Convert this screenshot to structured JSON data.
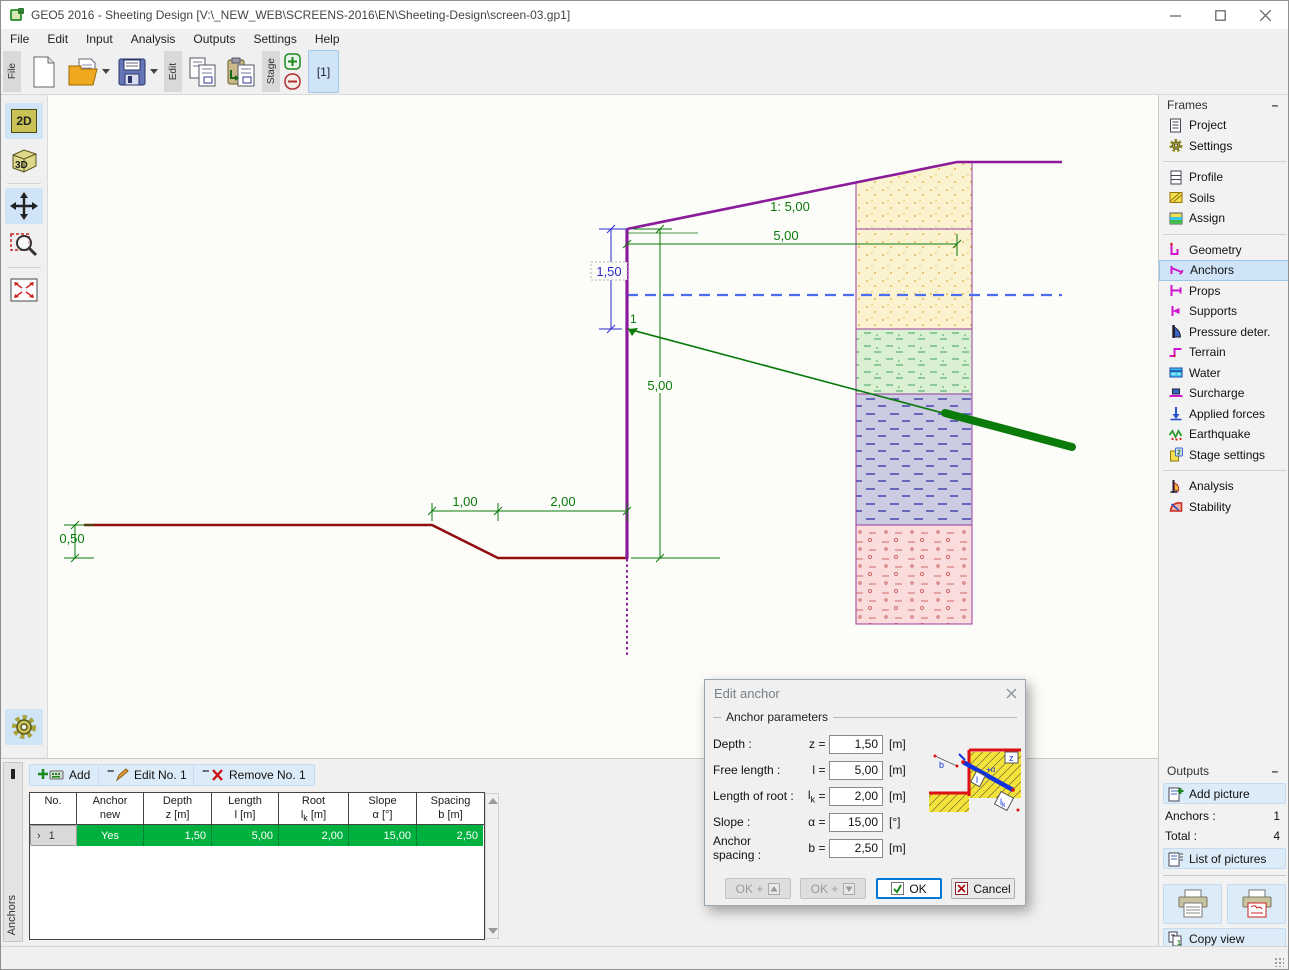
{
  "window": {
    "title": "GEO5 2016 - Sheeting Design [V:\\_NEW_WEB\\SCREENS-2016\\EN\\Sheeting-Design\\screen-03.gp1]"
  },
  "menu": {
    "items": [
      "File",
      "Edit",
      "Input",
      "Analysis",
      "Outputs",
      "Settings",
      "Help"
    ]
  },
  "toolbar": {
    "file_label": "File",
    "edit_label": "Edit",
    "stage_label": "Stage",
    "stage_number": "[1]"
  },
  "left_toolbar": {
    "mode_2d": "2D",
    "mode_3d": "3D"
  },
  "frames": {
    "title": "Frames",
    "minimize": "–",
    "selected": "Anchors",
    "items": [
      {
        "label": "Project"
      },
      {
        "label": "Settings"
      },
      {
        "label": "Profile"
      },
      {
        "label": "Soils"
      },
      {
        "label": "Assign"
      },
      {
        "label": "Geometry"
      },
      {
        "label": "Anchors"
      },
      {
        "label": "Props"
      },
      {
        "label": "Supports"
      },
      {
        "label": "Pressure deter."
      },
      {
        "label": "Terrain"
      },
      {
        "label": "Water"
      },
      {
        "label": "Surcharge"
      },
      {
        "label": "Applied forces"
      },
      {
        "label": "Earthquake"
      },
      {
        "label": "Stage settings"
      },
      {
        "label": "Analysis"
      },
      {
        "label": "Stability"
      }
    ]
  },
  "outputs": {
    "title": "Outputs",
    "minimize": "–",
    "add_picture": "Add picture",
    "anchors_label": "Anchors :",
    "anchors_value": "1",
    "total_label": "Total :",
    "total_value": "4",
    "list_of_pictures": "List of pictures",
    "copy_view": "Copy view"
  },
  "bottom": {
    "tab": "Anchors",
    "buttons": {
      "add": "Add",
      "edit": "Edit No. 1",
      "remove": "Remove No. 1"
    },
    "table": {
      "headers": {
        "no": "No.",
        "anchor1": "Anchor",
        "anchor2": "new",
        "depth1": "Depth",
        "depth2": "z [m]",
        "length1": "Length",
        "length2": "l [m]",
        "root1": "Root",
        "root2_base": "l",
        "root2_sub": "k",
        "root2_unit": " [m]",
        "slope1": "Slope",
        "slope2": "α [°]",
        "spacing1": "Spacing",
        "spacing2": "b [m]"
      },
      "row": {
        "expander": "›",
        "no": "1",
        "new": "Yes",
        "depth": "1,50",
        "length": "5,00",
        "root": "2,00",
        "slope": "15,00",
        "spacing": "2,50"
      }
    }
  },
  "dialog": {
    "title": "Edit anchor",
    "group": "Anchor parameters",
    "fields": [
      {
        "label": "Depth :",
        "sym": "z",
        "sub": "",
        "eq": "=",
        "value": "1,50",
        "unit": "[m]"
      },
      {
        "label": "Free length :",
        "sym": "l",
        "sub": "",
        "eq": "=",
        "value": "5,00",
        "unit": "[m]"
      },
      {
        "label": "Length of root :",
        "sym": "l",
        "sub": "k",
        "eq": "=",
        "value": "2,00",
        "unit": "[m]"
      },
      {
        "label": "Slope :",
        "sym": "α",
        "sub": "",
        "eq": "=",
        "value": "15,00",
        "unit": "[°]"
      },
      {
        "label": "Anchor spacing :",
        "sym": "b",
        "sub": "",
        "eq": "=",
        "value": "2,50",
        "unit": "[m]"
      }
    ],
    "buttons": {
      "ok_up": "OK +",
      "ok_down": "OK +",
      "ok": "OK",
      "cancel": "Cancel"
    },
    "diagram": {
      "b": "b",
      "z": "z",
      "alpha": "+α",
      "l": "l",
      "lk_base": "l",
      "lk_sub": "k"
    }
  },
  "drawing": {
    "labels": {
      "slope_ratio": "1: 5,00",
      "dim_h_500": "5,00",
      "dim_v_500": "5,00",
      "dim_150": "1,50",
      "dim_100": "1,00",
      "dim_200": "2,00",
      "dim_050": "0,50",
      "anchor_no": "1"
    },
    "colors": {
      "wall": "#8a1b9b",
      "terrain": "#8a1b9b",
      "excavation": "#8f0f0f",
      "dimension_green": "#0a7a0a",
      "dimension_blue": "#2a2ad0",
      "water": "#4d6df0",
      "anchor": "#0a7a0a",
      "row_highlight": "#00b140",
      "selection_blue": "#cfe4f7"
    }
  }
}
